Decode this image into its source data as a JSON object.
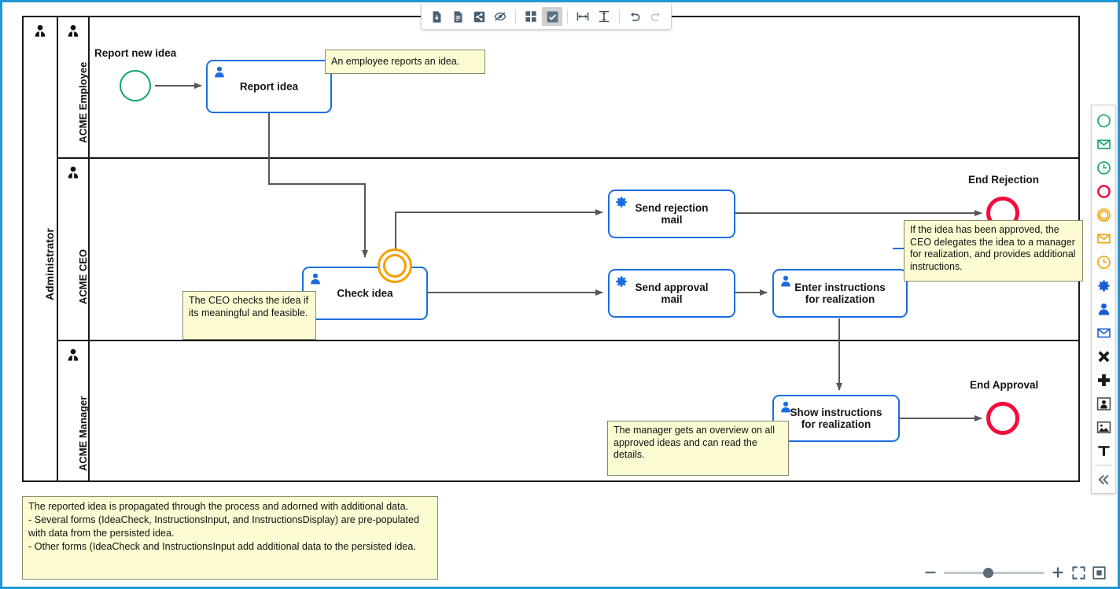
{
  "app": {
    "accent_color": "#2196d4",
    "task_border_color": "#1a6ee0",
    "start_event_color": "#0ea372",
    "end_event_color": "#f50a3c",
    "boundary_event_color": "#f5a000",
    "note_background": "#fcfbd2",
    "connection_color": "#585858"
  },
  "toolbar": {
    "buttons": [
      {
        "name": "download-icon",
        "title": "Download / save file"
      },
      {
        "name": "document-icon",
        "title": "New document"
      },
      {
        "name": "share-icon",
        "title": "Share"
      },
      {
        "name": "eye-off-icon",
        "title": "Hide details"
      },
      {
        "name": "grid-icon",
        "title": "Toggle grid"
      },
      {
        "name": "checkbox-checked-icon",
        "title": "Toggle selection",
        "active": true
      },
      {
        "name": "align-horizontal-icon",
        "title": "Distribute horizontally"
      },
      {
        "name": "align-vertical-icon",
        "title": "Distribute vertically"
      },
      {
        "name": "undo-icon",
        "title": "Undo"
      },
      {
        "name": "redo-icon",
        "title": "Redo",
        "disabled": true
      }
    ]
  },
  "palette": {
    "items": [
      {
        "name": "start-event-icon",
        "title": "Start event"
      },
      {
        "name": "message-start-event-icon",
        "title": "Message start event"
      },
      {
        "name": "timer-start-event-icon",
        "title": "Timer start event"
      },
      {
        "name": "end-event-icon",
        "title": "End event"
      },
      {
        "name": "intermediate-event-icon",
        "title": "Intermediate event"
      },
      {
        "name": "message-intermediate-event-icon",
        "title": "Message intermediate event"
      },
      {
        "name": "timer-intermediate-event-icon",
        "title": "Timer intermediate event"
      },
      {
        "name": "service-task-icon",
        "title": "Service task"
      },
      {
        "name": "user-task-icon",
        "title": "User task"
      },
      {
        "name": "send-task-icon",
        "title": "Send task"
      },
      {
        "name": "exclusive-gateway-icon",
        "title": "Exclusive gateway"
      },
      {
        "name": "parallel-gateway-icon",
        "title": "Parallel gateway"
      },
      {
        "name": "pool-icon",
        "title": "Pool / participant"
      },
      {
        "name": "image-icon",
        "title": "Image"
      },
      {
        "name": "text-annotation-icon",
        "title": "Text annotation"
      },
      {
        "name": "collapse-palette-icon",
        "title": "Collapse palette"
      }
    ]
  },
  "zoom_controls": {
    "zoom_out": "zoom-out-icon",
    "zoom_in": "zoom-in-icon",
    "fit_viewport": "fit-viewport-icon",
    "reset_zoom": "reset-zoom-icon",
    "slider_position_percent": 39
  },
  "diagram": {
    "pool": {
      "label": "Administrator"
    },
    "lanes": [
      {
        "label": "ACME Employee"
      },
      {
        "label": "ACME CEO"
      },
      {
        "label": "ACME Manager"
      }
    ],
    "events": [
      {
        "id": "start",
        "label": "Report new idea",
        "type": "start-event"
      },
      {
        "id": "end_rejection",
        "label": "End Rejection",
        "type": "end-event"
      },
      {
        "id": "end_approval",
        "label": "End Approval",
        "type": "end-event"
      },
      {
        "id": "boundary",
        "label": "",
        "type": "boundary-event"
      }
    ],
    "tasks": [
      {
        "id": "report_idea",
        "label": "Report idea",
        "type": "user-task"
      },
      {
        "id": "check_idea",
        "label": "Check idea",
        "type": "user-task"
      },
      {
        "id": "send_reject",
        "label": "Send rejection\nmail",
        "type": "service-task"
      },
      {
        "id": "send_approve",
        "label": "Send approval\nmail",
        "type": "service-task"
      },
      {
        "id": "enter_instr",
        "label": "Enter instructions\nfor realization",
        "type": "user-task"
      },
      {
        "id": "show_instr",
        "label": "Show instructions\nfor realization",
        "type": "user-task"
      }
    ],
    "annotations": [
      {
        "id": "note_employee",
        "text": "An employee reports an idea."
      },
      {
        "id": "note_ceo",
        "text": "The CEO checks the idea if its meaningful and feasible."
      },
      {
        "id": "note_delegate",
        "text": "If the idea has been approved, the CEO delegates the idea to a manager for realization, and provides additional instructions."
      },
      {
        "id": "note_manager",
        "text": "The manager gets an overview on all approved ideas and can read the details."
      },
      {
        "id": "note_global",
        "text": "The reported idea is propagated through the process and adorned with additional data.\n- Several forms (IdeaCheck, InstructionsInput, and InstructionsDisplay) are pre-populated with data from the persisted idea.\n- Other forms (IdeaCheck and InstructionsInput add additional data to the persisted idea."
      }
    ]
  }
}
